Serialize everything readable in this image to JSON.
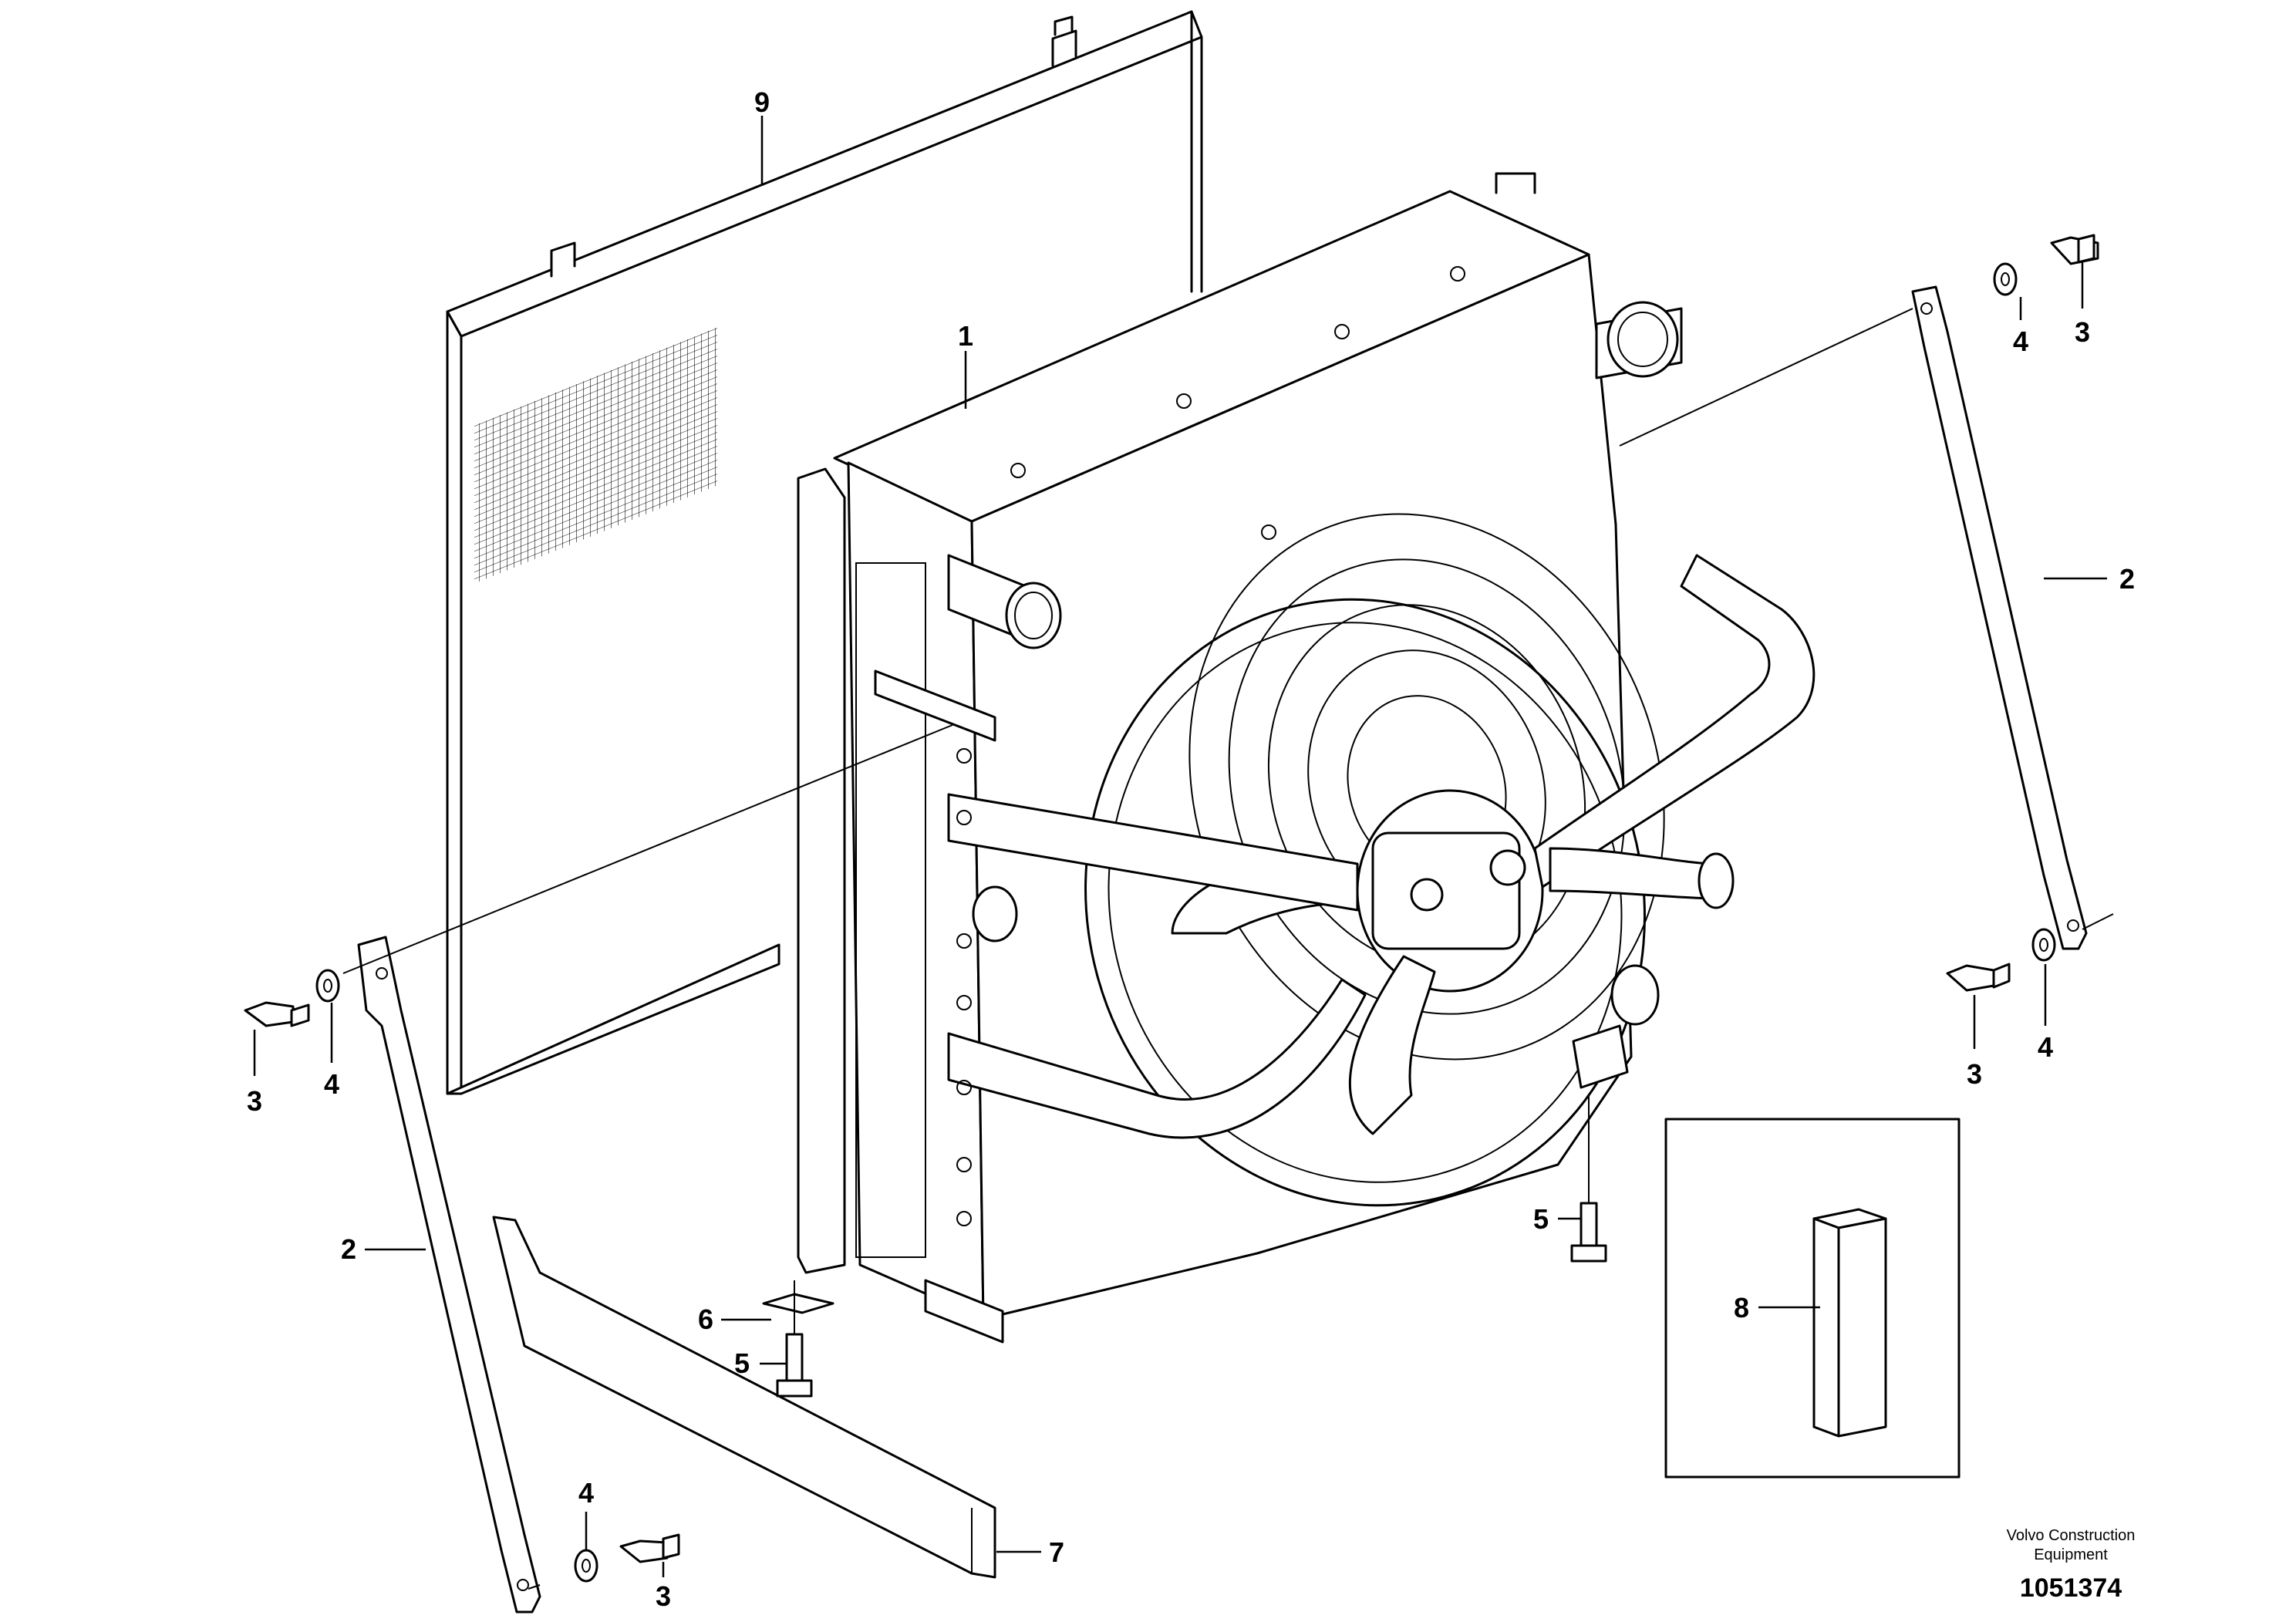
{
  "callouts": {
    "c1": "1",
    "c2a": "2",
    "c2b": "2",
    "c3a": "3",
    "c3b": "3",
    "c3c": "3",
    "c3d": "3",
    "c4a": "4",
    "c4b": "4",
    "c4c": "4",
    "c4d": "4",
    "c5a": "5",
    "c5b": "5",
    "c6": "6",
    "c7": "7",
    "c8": "8",
    "c9": "9"
  },
  "footer": {
    "brand_line1": "Volvo Construction",
    "brand_line2": "Equipment",
    "drawing_number": "1051374"
  }
}
